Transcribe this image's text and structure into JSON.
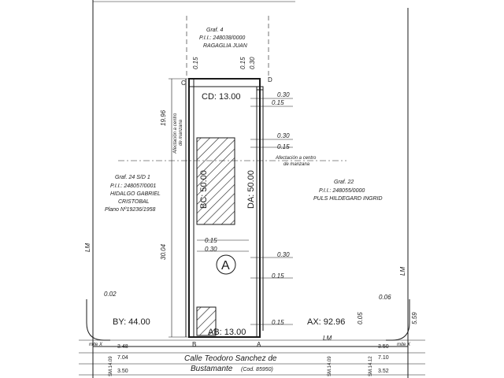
{
  "parcels": {
    "top": {
      "title": "Graf. 4",
      "pii": "P.I.I.: 248038/0000",
      "owner": "RAGAGLIA JUAN"
    },
    "left": {
      "title": "Graf. 24 S/D 1",
      "pii": "P.I.I.: 248057/0001",
      "owner_line1": "HIDALGO GABRIEL",
      "owner_line2": "CRISTOBAL",
      "plan": "Plano Nº19236/1958"
    },
    "right": {
      "title": "Graf. 22",
      "pii": "P.I.I.: 248055/0000",
      "owner": "PULS HILDEGARD INGRID"
    }
  },
  "lot": {
    "label": "A",
    "sides": {
      "cd": "CD: 13.00",
      "ab": "AB: 13.00",
      "bc": "BC: 50.00",
      "da": "DA: 50.00"
    },
    "vertices": {
      "a": "A",
      "b": "B",
      "c": "C",
      "d": "D"
    }
  },
  "dimensions": {
    "top_left_015": "0.15",
    "top_right_015": "0.15",
    "top_right_030": "0.30",
    "right_030_a": "0.30",
    "right_015_a": "0.15",
    "right_030_b": "0.30",
    "right_015_b": "0.15",
    "right_030_c": "0.30",
    "right_015_c": "0.15",
    "right_015_d": "0.15",
    "mid_015": "0.15",
    "mid_030": "0.30",
    "left_1996": "19.96",
    "left_3004": "30.04",
    "corner_left": "0.02",
    "corner_right": "0.06",
    "right_559": "5.59",
    "right_005": "0.05"
  },
  "annotations": {
    "afectacion_left": "Afectación a centro",
    "afectacion_left2": "de manzana",
    "afectacion_right": "Afectación a centro",
    "afectacion_right2": "de manzana",
    "lm_left": "LM",
    "lm_right": "LM",
    "lm_bottom": "LM",
    "by": "BY: 44.00",
    "ax": "AX: 92.96",
    "ochava_left": "mite X",
    "ochava_right": "mite X"
  },
  "street": {
    "name_line1": "Calle Teodoro Sanchez de",
    "name_line2": "Bustamante",
    "code": "(Cod. 85950)"
  },
  "bottom_dims": {
    "left_348": "3.48",
    "left_704": "7.04",
    "left_350": "3.50",
    "right_350": "3.50",
    "right_710": "7.10",
    "right_352": "3.52",
    "sm_left": "SM.14.09",
    "sm_mid": "SM.14.09",
    "sm_right": "SM.14.12"
  }
}
